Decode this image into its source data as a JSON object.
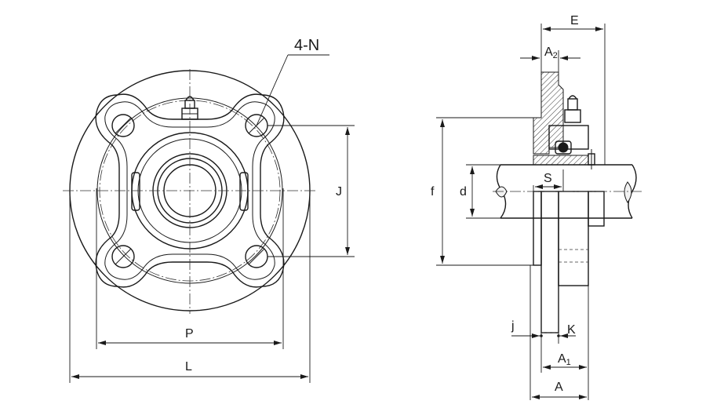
{
  "labels": {
    "bolt_holes": "4-N",
    "J": "J",
    "P": "P",
    "L": "L",
    "E": "E",
    "A2_main": "A",
    "A2_sub": "2",
    "f": "f",
    "d": "d",
    "S": "S",
    "j": "j",
    "K": "K",
    "A1_main": "A",
    "A1_sub": "1",
    "A": "A"
  },
  "colors": {
    "line": "#1a1a1a",
    "background": "#ffffff"
  }
}
